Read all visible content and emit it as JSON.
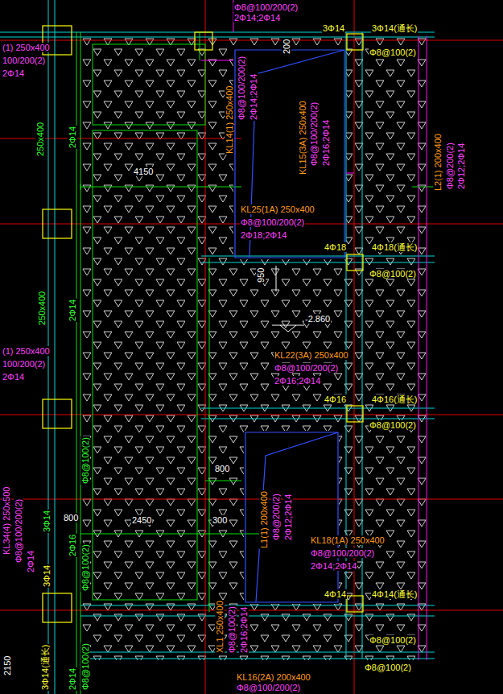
{
  "diagram": {
    "labels": [
      "Φ8@100/200(2)",
      "2Φ14;2Φ14",
      "3Φ14",
      "3Φ14(通长)",
      "200",
      "Φ8@100(2)",
      "(1) 250x400",
      "100/200(2)",
      "2Φ14",
      "250x400",
      "2Φ14",
      "KL14(1) 250x400",
      "Φ8@100/200(2)",
      "2Φ14;2Φ14",
      "KL15(3A) 250x400",
      "Φ8@100/200(2)",
      "2Φ16;2Φ14",
      "L2(1) 200x400",
      "Φ8@200(2)",
      "2Φ12;2Φ14",
      "4150",
      "KL25(1A) 250x400",
      "Φ8@100/200(2)",
      "2Φ18;2Φ14",
      "4Φ18",
      "4Φ18(通长)",
      "Φ8@100(2)",
      "950",
      "-2.860",
      "KL22(3A) 250x400",
      "Φ8@100/200(2)",
      "2Φ16;2Φ14",
      "4Φ16",
      "4Φ16(通长)",
      "Φ8@100(2)",
      "(1) 250x400",
      "100/200(2)",
      "2Φ14",
      "250x400",
      "2Φ14",
      "Φ8@100(2)",
      "800",
      "2450",
      "300",
      "800",
      "KL34(4) 250x500",
      "Φ8@100/200(2)",
      "2Φ14",
      "3Φ14",
      "2Φ16",
      "Φ8@100(2)",
      "L1(1) 200x400",
      "Φ8@200(2)",
      "2Φ12;2Φ14",
      "KL18(1A) 250x400",
      "Φ8@100/200(2)",
      "2Φ14;2Φ14",
      "4Φ14",
      "4Φ14(通长)",
      "3Φ14",
      "XL1 250x400",
      "Φ8@100(2)",
      "2Φ16;2Φ14",
      "Φ8@100(2)",
      "Φ8@100(2)",
      "KL16(2A) 200x400",
      "Φ8@100/200(2)",
      "2150",
      "3Φ14(通长)",
      "2Φ14",
      "Φ8@100(2)"
    ]
  }
}
